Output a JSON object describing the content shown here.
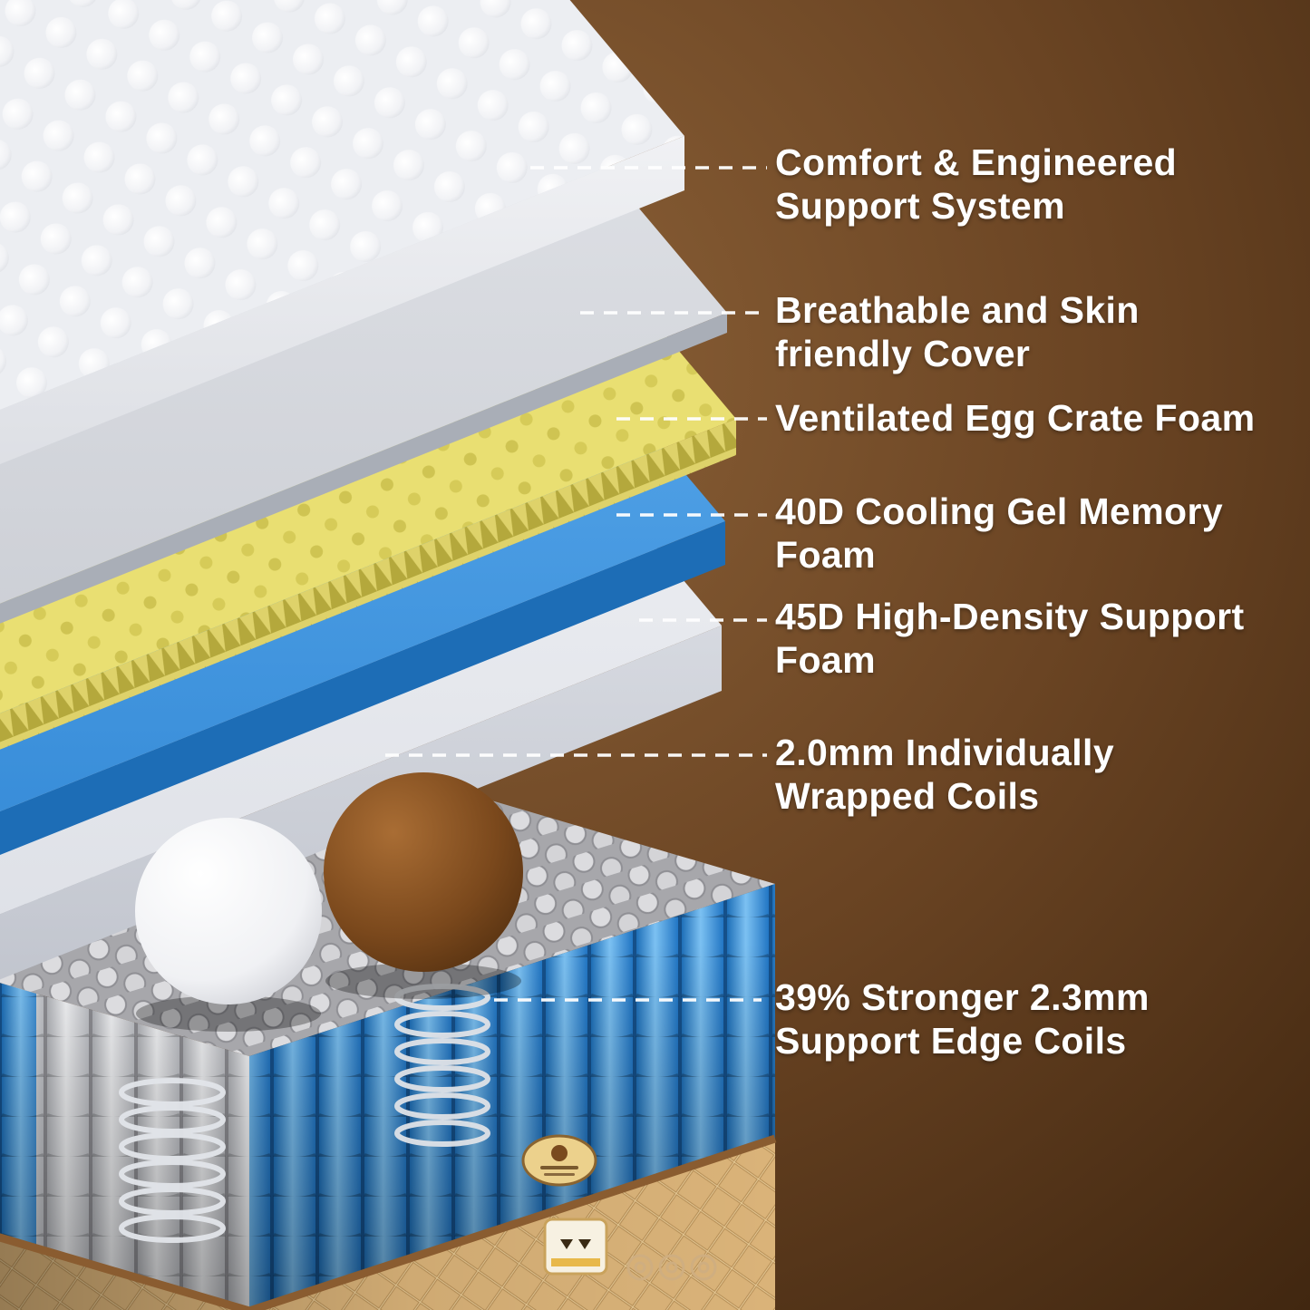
{
  "labels": [
    {
      "text": "Comfort & Engineered\nSupport System"
    },
    {
      "text": "Breathable and Skin\nfriendly Cover"
    },
    {
      "text": "Ventilated Egg Crate Foam"
    },
    {
      "text": "40D Cooling Gel Memory\nFoam"
    },
    {
      "text": "45D High-Density Support\nFoam"
    },
    {
      "text": "2.0mm Individually\nWrapped Coils"
    },
    {
      "text": "39% Stronger 2.3mm\nSupport Edge Coils"
    }
  ],
  "colors": {
    "background": "#6a4423",
    "comfort_layer": "#f3f4f7",
    "cover_layer": "#d9dce1",
    "egg_crate_foam": "#e9df72",
    "gel_memory_foam": "#3f9ce8",
    "support_foam": "#eceef2",
    "coil_fabric": "#dcdcdf",
    "edge_coils": "#2f86d4",
    "base_fabric": "#dab379",
    "label_text": "#ffffff"
  }
}
